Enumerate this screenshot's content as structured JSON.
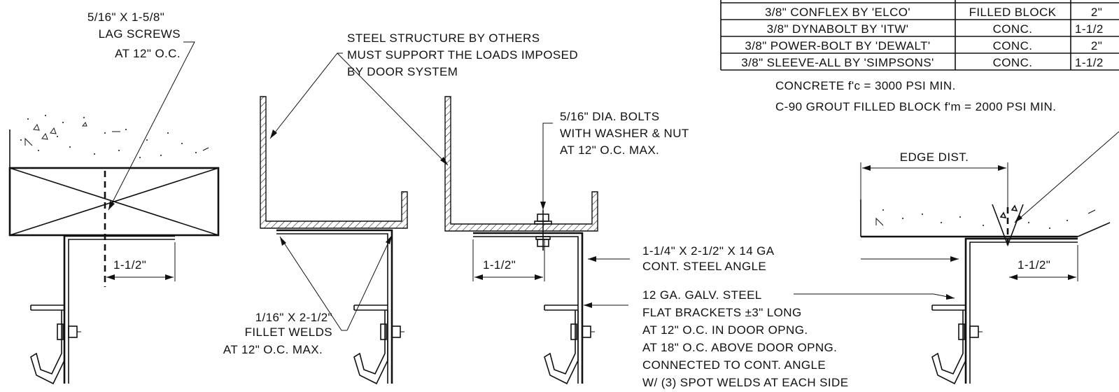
{
  "anchor_table": {
    "rows": [
      {
        "fastener": "3/8\" CONFLEX BY 'ELCO'",
        "substrate": "FILLED BLOCK",
        "edge": "2\""
      },
      {
        "fastener": "3/8\" DYNABOLT BY 'ITW'",
        "substrate": "CONC.",
        "edge": "1-1/2"
      },
      {
        "fastener": "3/8\" POWER-BOLT BY 'DEWALT'",
        "substrate": "CONC.",
        "edge": "2\""
      },
      {
        "fastener": "3/8\" SLEEVE-ALL BY 'SIMPSONS'",
        "substrate": "CONC.",
        "edge": "1-1/2"
      }
    ]
  },
  "notes": {
    "concrete": "CONCRETE f'c = 3000 PSI MIN.",
    "grout": "C-90 GROUT FILLED BLOCK f'm = 2000 PSI MIN."
  },
  "labels": {
    "lag_line1": "5/16\" X 1-5/8\"",
    "lag_line2": "LAG SCREWS",
    "lag_line3": "AT 12\" O.C.",
    "steel_line1": "STEEL STRUCTURE BY OTHERS",
    "steel_line2": "MUST SUPPORT THE LOADS IMPOSED",
    "steel_line3": "BY DOOR SYSTEM",
    "bolts_line1": "5/16\" DIA. BOLTS",
    "bolts_line2": "WITH WASHER & NUT",
    "bolts_line3": "AT 12\" O.C. MAX.",
    "weld_line1": "1/16\" X 2-1/2\"",
    "weld_line2": "FILLET WELDS",
    "weld_line3": "AT 12\" O.C. MAX.",
    "angle_line1": "1-1/4\" X 2-1/2\" X 14 GA",
    "angle_line2": "CONT. STEEL ANGLE",
    "bracket_line1": "12 GA. GALV. STEEL",
    "bracket_line2": "FLAT BRACKETS ±3\" LONG",
    "bracket_line3": "AT 12\" O.C. IN DOOR OPNG.",
    "bracket_line4": "AT 18\" O.C. ABOVE DOOR OPNG.",
    "bracket_line5": "CONNECTED TO CONT. ANGLE",
    "bracket_line6": "W/ (3) SPOT WELDS AT EACH SIDE",
    "edge_dist": "EDGE DIST."
  },
  "dimensions": {
    "wood": "1-1/2\"",
    "steel": "1-1/2\"",
    "concrete": "1-1/2\""
  }
}
